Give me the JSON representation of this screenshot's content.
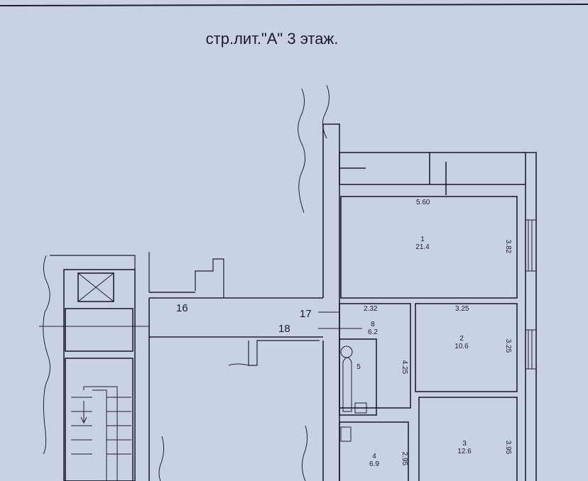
{
  "title": "стр.лит.\"А\" 3 этаж.",
  "rooms": [
    {
      "number": "1",
      "area": "21.4"
    },
    {
      "number": "2",
      "area": "10.6"
    },
    {
      "number": "3",
      "area": "12.6"
    },
    {
      "number": "4",
      "area": "6.9"
    },
    {
      "number": "5"
    },
    {
      "number": "8",
      "area": "6.2"
    }
  ],
  "dimensions": {
    "room1_width": "5.60",
    "room1_depth": "3.82",
    "room8_width": "2.32",
    "room8_length": "4.25",
    "room2_width": "3.25",
    "room2_depth": "3.25",
    "room3_depth": "3.95",
    "room4_depth": "2.95"
  },
  "corridor_labels": [
    "16",
    "17",
    "18"
  ],
  "colors": {
    "paper": "#c9d1e7",
    "ink": "#1a1c2a"
  }
}
